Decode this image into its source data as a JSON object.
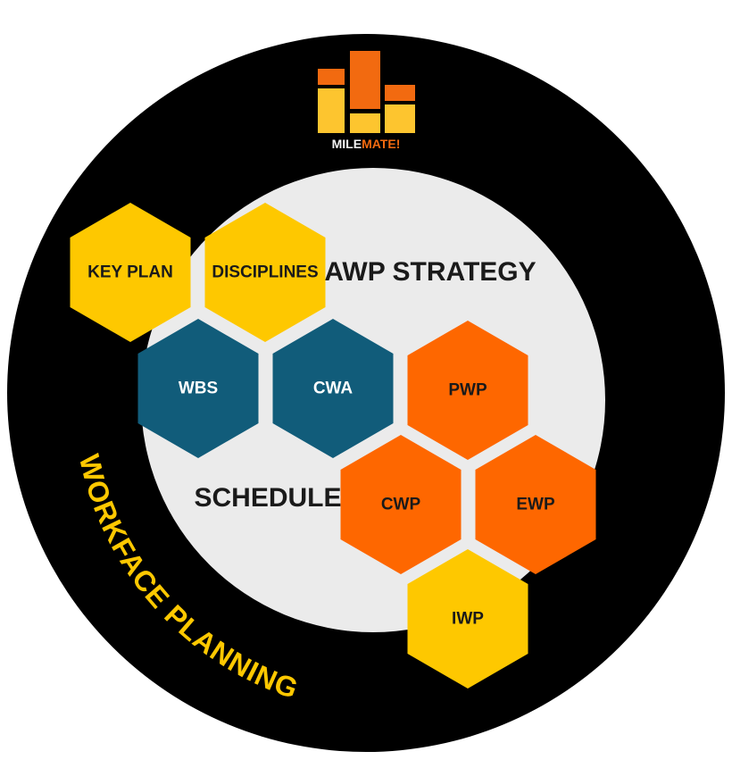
{
  "logo": {
    "text_part1": "MILE",
    "text_part2": "MATE!",
    "colors": {
      "orange": "#f26a10",
      "yellow": "#fdc52f",
      "text_light": "#f4f4f4"
    }
  },
  "strategy_title": "AWP STRATEGY",
  "schedule_label": "SCHEDULE",
  "workface_label": "WORKFACE PLANNING",
  "hexagons": [
    {
      "id": "key-plan",
      "label": "KEY PLAN",
      "kind": "yellow"
    },
    {
      "id": "disciplines",
      "label": "DISCIPLINES",
      "kind": "yellow"
    },
    {
      "id": "wbs",
      "label": "WBS",
      "kind": "teal"
    },
    {
      "id": "cwa",
      "label": "CWA",
      "kind": "teal"
    },
    {
      "id": "pwp",
      "label": "PWP",
      "kind": "orange"
    },
    {
      "id": "cwp",
      "label": "CWP",
      "kind": "orange"
    },
    {
      "id": "ewp",
      "label": "EWP",
      "kind": "orange"
    },
    {
      "id": "iwp",
      "label": "IWP",
      "kind": "yellow"
    }
  ],
  "colors": {
    "outer_ring": "#000000",
    "inner_disc": "#ebebeb",
    "yellow": "#fec800",
    "teal": "#115c7a",
    "orange": "#fe6700",
    "dark_text": "#1a1a1a",
    "light_text": "#ffffff",
    "workface_text": "#fec800"
  }
}
